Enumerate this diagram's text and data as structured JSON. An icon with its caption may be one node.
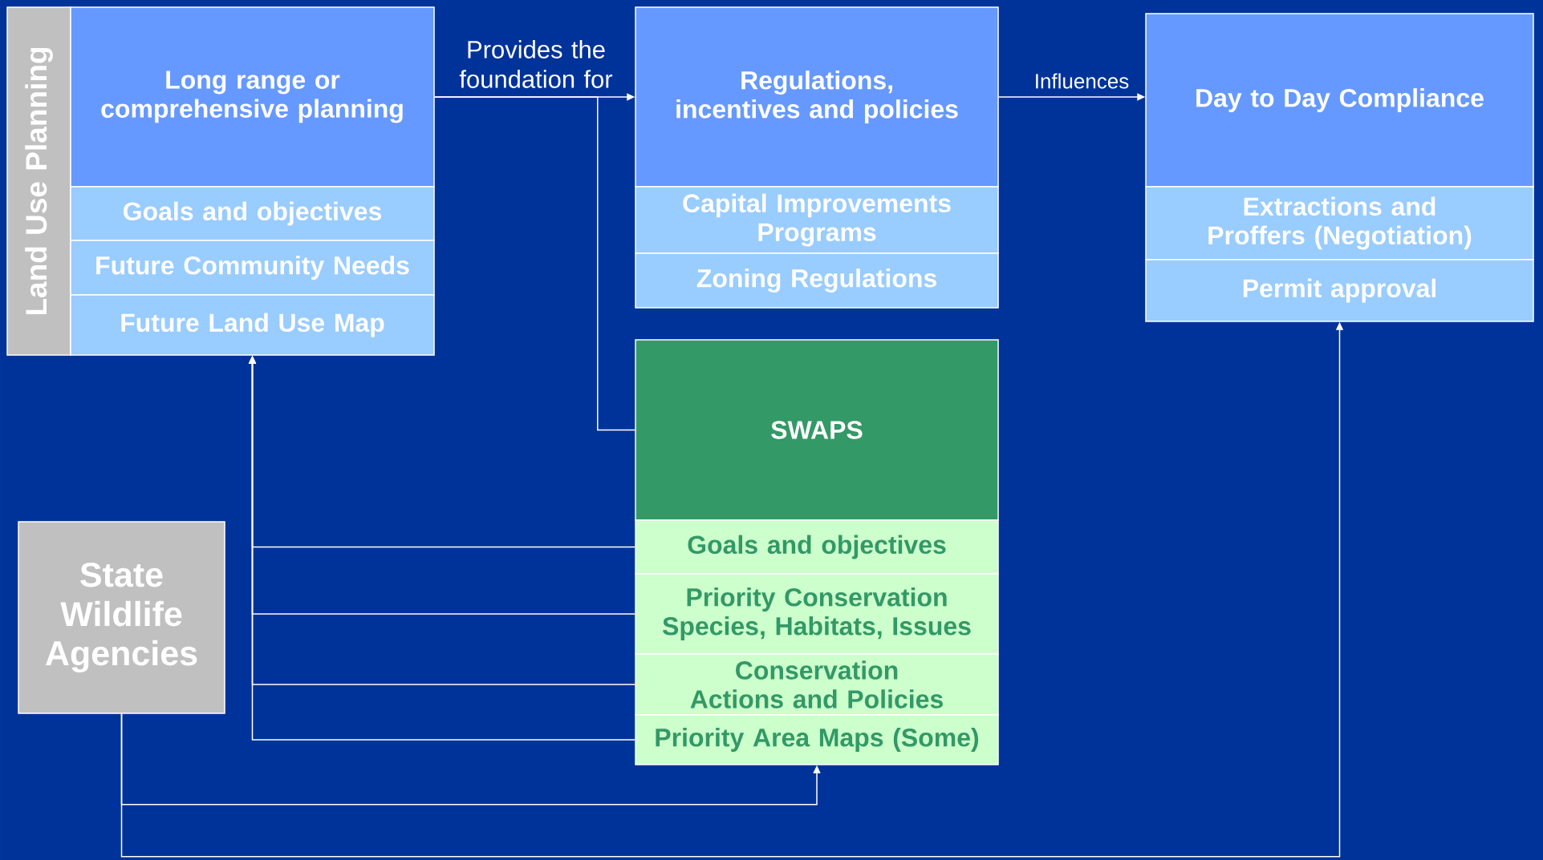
{
  "diagram": {
    "nodes": [
      {
        "text": [
          "Land Use Planning"
        ]
      },
      {
        "text": [
          "Long range or comprehensive planning"
        ]
      },
      {
        "text": [
          "Goals and objectives"
        ]
      },
      {
        "text": [
          "Future Community Needs"
        ]
      },
      {
        "text": [
          "Future Land Use Map"
        ]
      },
      {
        "text": [
          "Regulations, incentives and policies"
        ]
      },
      {
        "text": [
          "Capital Improvements Programs"
        ]
      },
      {
        "text": [
          "Zoning Regulations"
        ]
      },
      {
        "text": [
          "Day to Day Compliance"
        ]
      },
      {
        "text": [
          "Extractions and Proffers (Negotiation)"
        ]
      },
      {
        "text": [
          "Permit approval"
        ]
      },
      {
        "text": [
          "SWAPS"
        ]
      },
      {
        "text": [
          "Goals and objectives"
        ]
      },
      {
        "text": [
          "Priority Conservation Species, Habitats, Issues"
        ]
      },
      {
        "text": [
          "Conservation Actions and Policies"
        ]
      },
      {
        "text": [
          "Priority Area Maps (Some)"
        ]
      },
      {
        "text": [
          "State Wildlife Agencies"
        ]
      }
    ],
    "edges": [
      {
        "from": 1,
        "to": 5,
        "arrow": "to",
        "label": "Provides the foundation for"
      },
      {
        "from": 1,
        "to": 11,
        "arrow": "none"
      },
      {
        "from": 5,
        "to": 8,
        "arrow": "to",
        "label": "Influences"
      },
      {
        "from": 12,
        "to": 4,
        "arrow": "to"
      },
      {
        "from": 13,
        "to": 4,
        "arrow": "to"
      },
      {
        "from": 14,
        "to": 4,
        "arrow": "to"
      },
      {
        "from": 15,
        "to": 4,
        "arrow": "to"
      },
      {
        "from": 16,
        "to": 15,
        "arrow": "to"
      },
      {
        "from": 16,
        "to": 10,
        "arrow": "to"
      }
    ]
  }
}
